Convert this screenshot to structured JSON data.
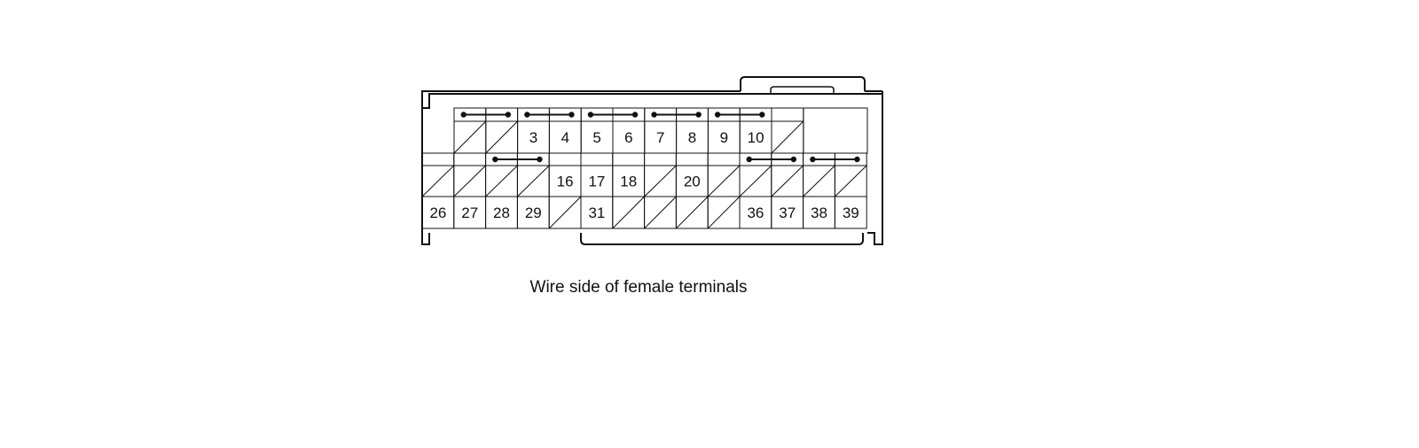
{
  "caption": "Wire side of female terminals",
  "rows": [
    [
      {
        "label": ""
      },
      {
        "label": ""
      },
      {
        "label": "3"
      },
      {
        "label": "4"
      },
      {
        "label": "5"
      },
      {
        "label": "6"
      },
      {
        "label": "7"
      },
      {
        "label": "8"
      },
      {
        "label": "9"
      },
      {
        "label": "10"
      },
      {
        "label": ""
      }
    ],
    [
      {
        "label": ""
      },
      {
        "label": ""
      },
      {
        "label": ""
      },
      {
        "label": ""
      },
      {
        "label": "16"
      },
      {
        "label": "17"
      },
      {
        "label": "18"
      },
      {
        "label": ""
      },
      {
        "label": "20"
      },
      {
        "label": ""
      },
      {
        "label": ""
      },
      {
        "label": ""
      },
      {
        "label": ""
      },
      {
        "label": ""
      }
    ],
    [
      {
        "label": "26"
      },
      {
        "label": "27"
      },
      {
        "label": "28"
      },
      {
        "label": "29"
      },
      {
        "label": ""
      },
      {
        "label": "31"
      },
      {
        "label": ""
      },
      {
        "label": ""
      },
      {
        "label": ""
      },
      {
        "label": ""
      },
      {
        "label": "36"
      },
      {
        "label": "37"
      },
      {
        "label": "38"
      },
      {
        "label": "39"
      }
    ]
  ],
  "row0_unused_cells": [
    0,
    1,
    10
  ],
  "row1_unused_cells": [
    0,
    1,
    2,
    3,
    7,
    9,
    10,
    11,
    12,
    13
  ],
  "row2_unused_cells": [
    4,
    6,
    7,
    8,
    9
  ],
  "row0_shorting_bars": [
    [
      0,
      1
    ],
    [
      2,
      3
    ],
    [
      4,
      5
    ],
    [
      6,
      7
    ],
    [
      8,
      9
    ]
  ],
  "row1_shorting_bars": [
    [
      2,
      3
    ],
    [
      10,
      11
    ],
    [
      12,
      13
    ]
  ]
}
